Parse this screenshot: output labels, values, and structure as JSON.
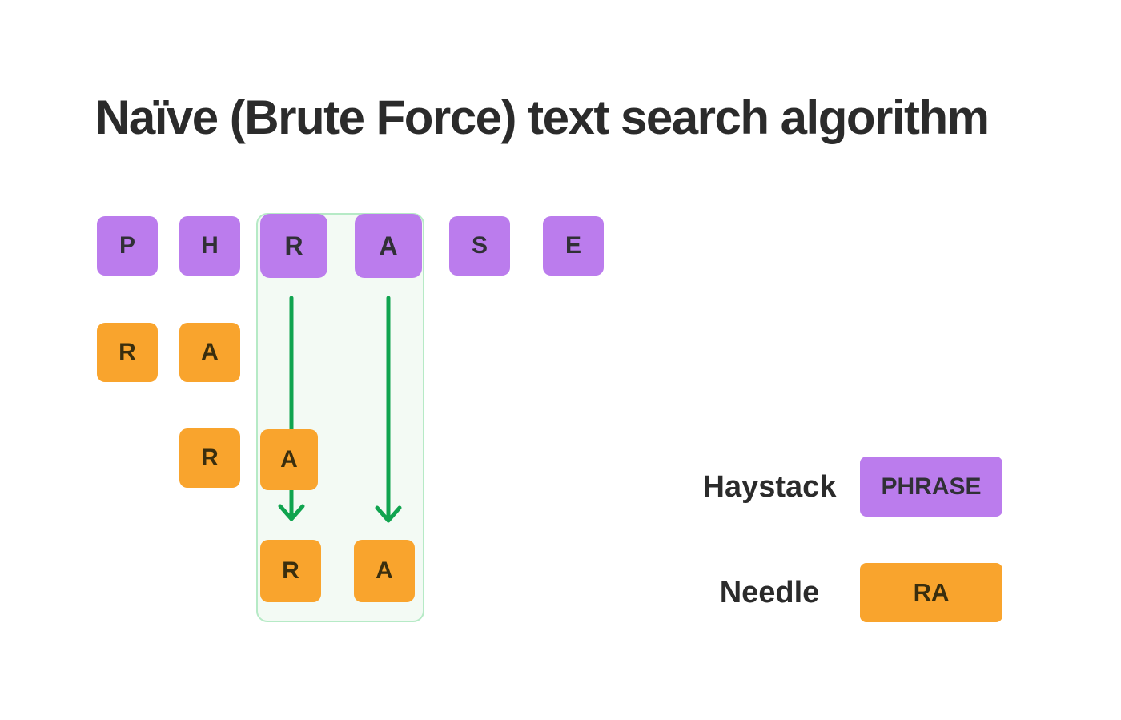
{
  "title": "Naïve (Brute Force) text search algorithm",
  "colors": {
    "purple": "#bb7ced",
    "orange": "#f9a42d",
    "arrow_green": "#10a44f",
    "match_fill": "#f3faf4",
    "match_border": "#b6eac6",
    "ink": "#2b2b2b",
    "ink_on_orange": "#3a2e0e",
    "background": "#ffffff"
  },
  "haystack": {
    "word": "PHRASE",
    "letters": [
      "P",
      "H",
      "R",
      "A",
      "S",
      "E"
    ]
  },
  "needle": {
    "word": "RA",
    "letters": [
      "R",
      "A"
    ]
  },
  "shifts": [
    {
      "letters": [
        "R",
        "A"
      ]
    },
    {
      "letters": [
        "R",
        "A"
      ]
    },
    {
      "letters": [
        "R",
        "A"
      ]
    }
  ],
  "legend": {
    "haystack_label": "Haystack",
    "haystack_value": "PHRASE",
    "needle_label": "Needle",
    "needle_value": "RA"
  }
}
